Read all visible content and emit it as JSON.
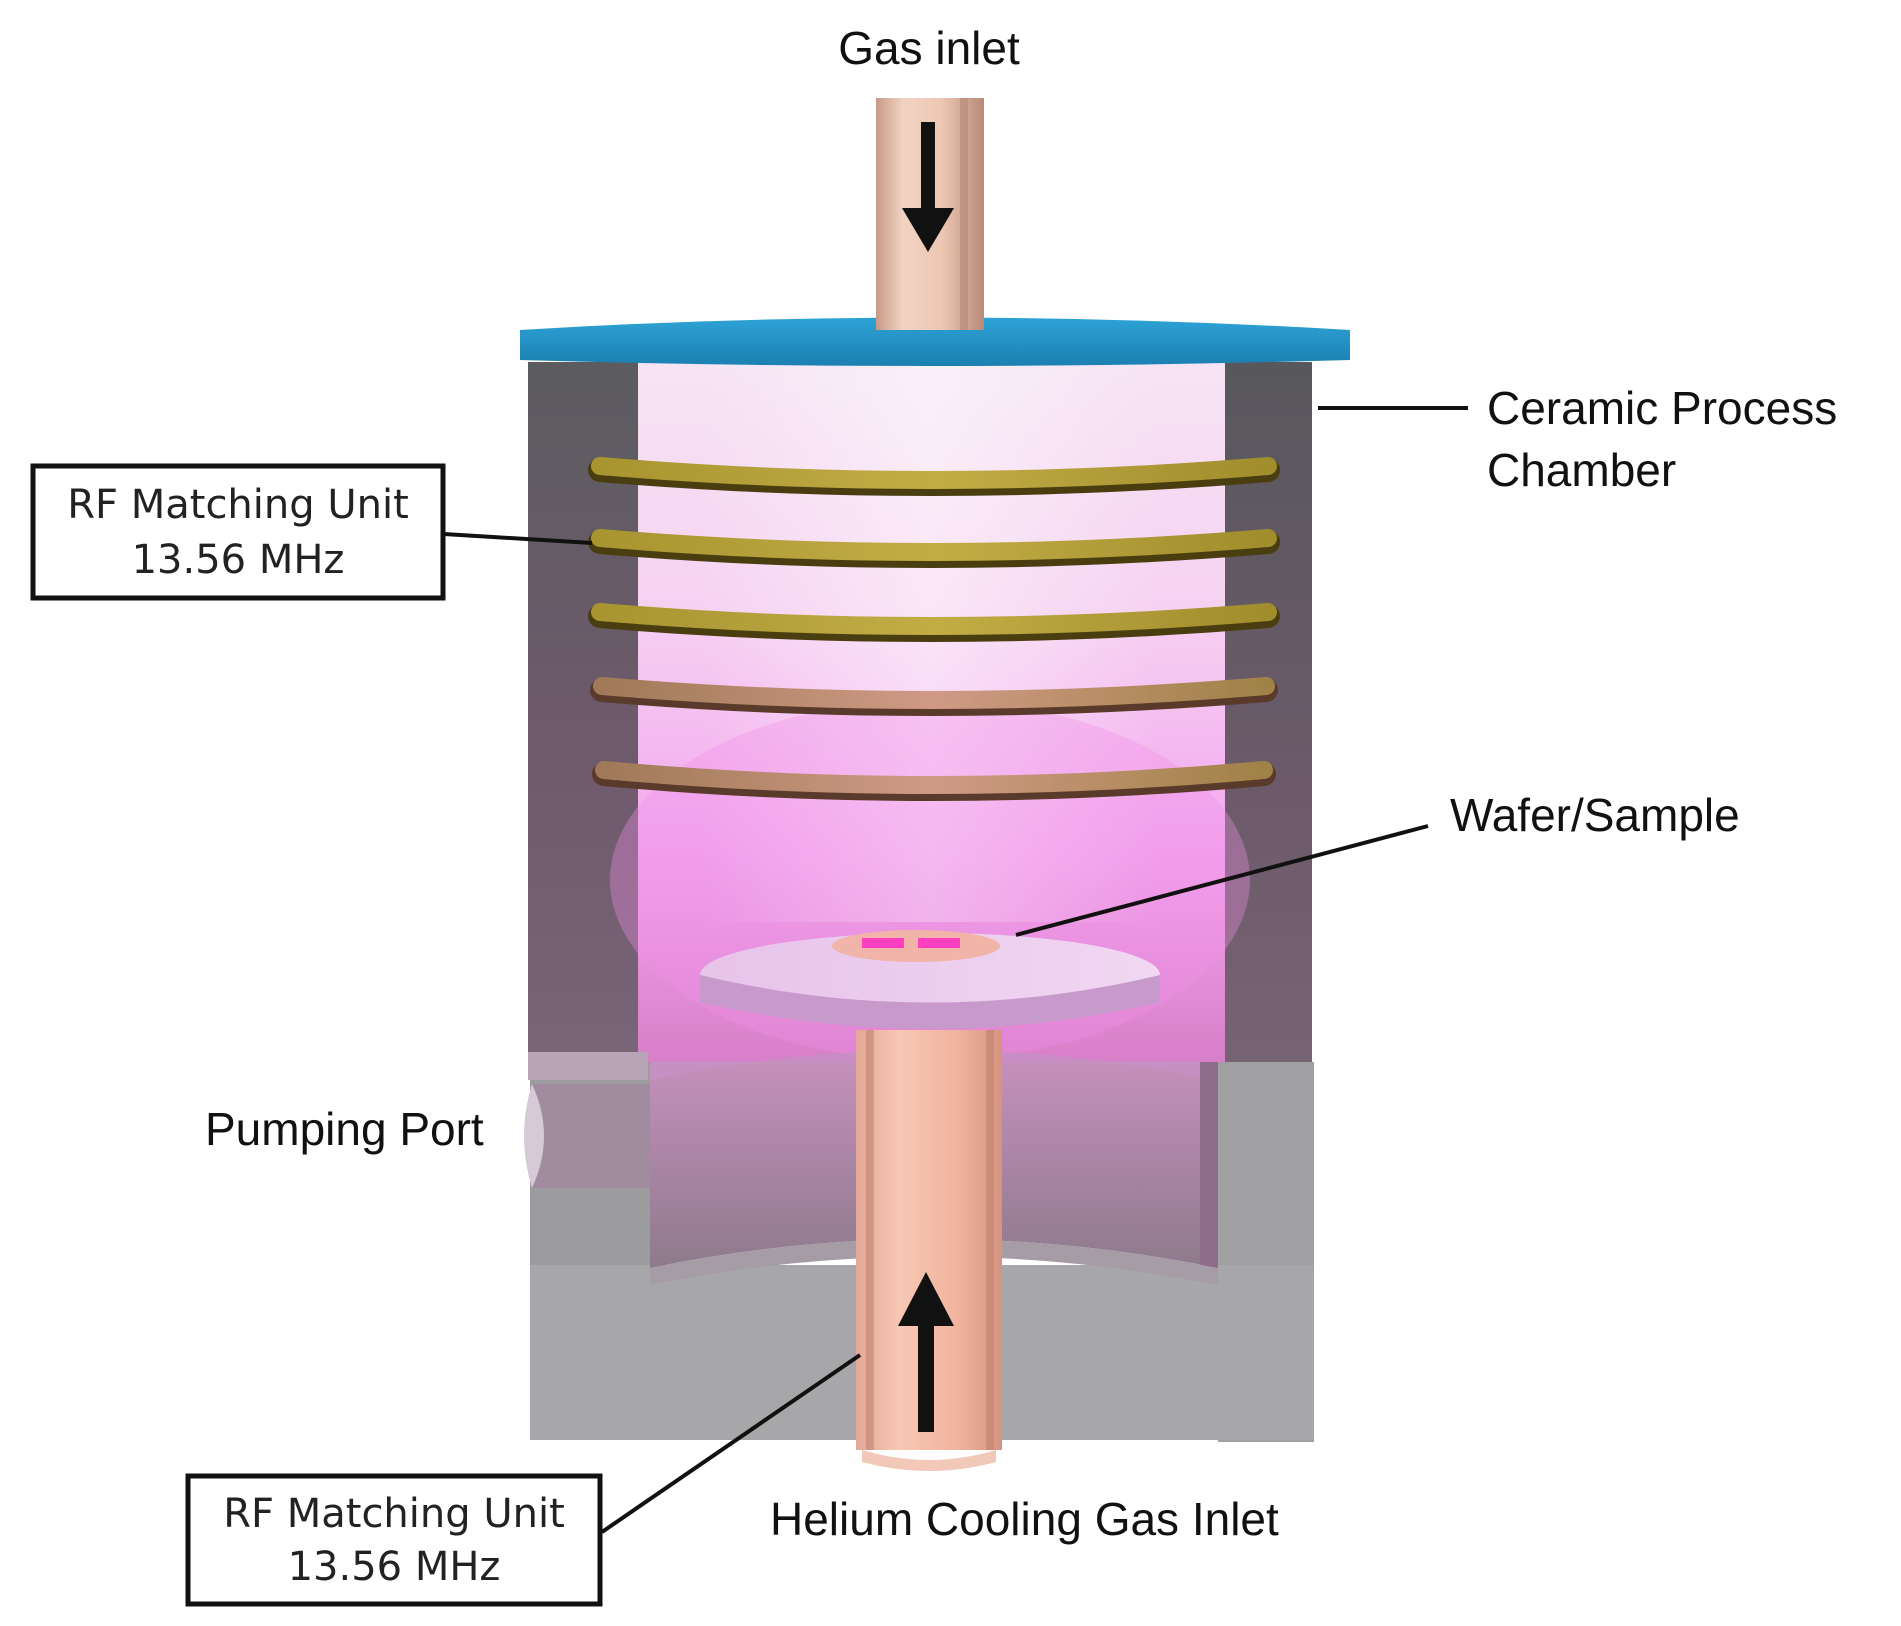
{
  "labels": {
    "gas_inlet": "Gas inlet",
    "ceramic_line1": "Ceramic Process",
    "ceramic_line2": "Chamber",
    "wafer_sample": "Wafer/Sample",
    "pumping_port": "Pumping Port",
    "helium_inlet": "Helium Cooling Gas Inlet"
  },
  "rf_boxes": [
    {
      "line1": "RF Matching Unit",
      "line2": "13.56 MHz"
    },
    {
      "line1": "RF Matching Unit",
      "line2": "13.56 MHz"
    }
  ],
  "colors": {
    "lid": "#1f8fc4",
    "chamber_wall": "#5e5e62",
    "base_wall": "#9a9a9c",
    "coil": "#b8a83a",
    "plasma": "#f4b6f0",
    "pipe": "#ecc4b0",
    "wafer_pink": "#ff4fc4"
  },
  "icons": {
    "gas_arrow": "arrow-down-icon",
    "helium_arrow": "arrow-up-icon"
  }
}
